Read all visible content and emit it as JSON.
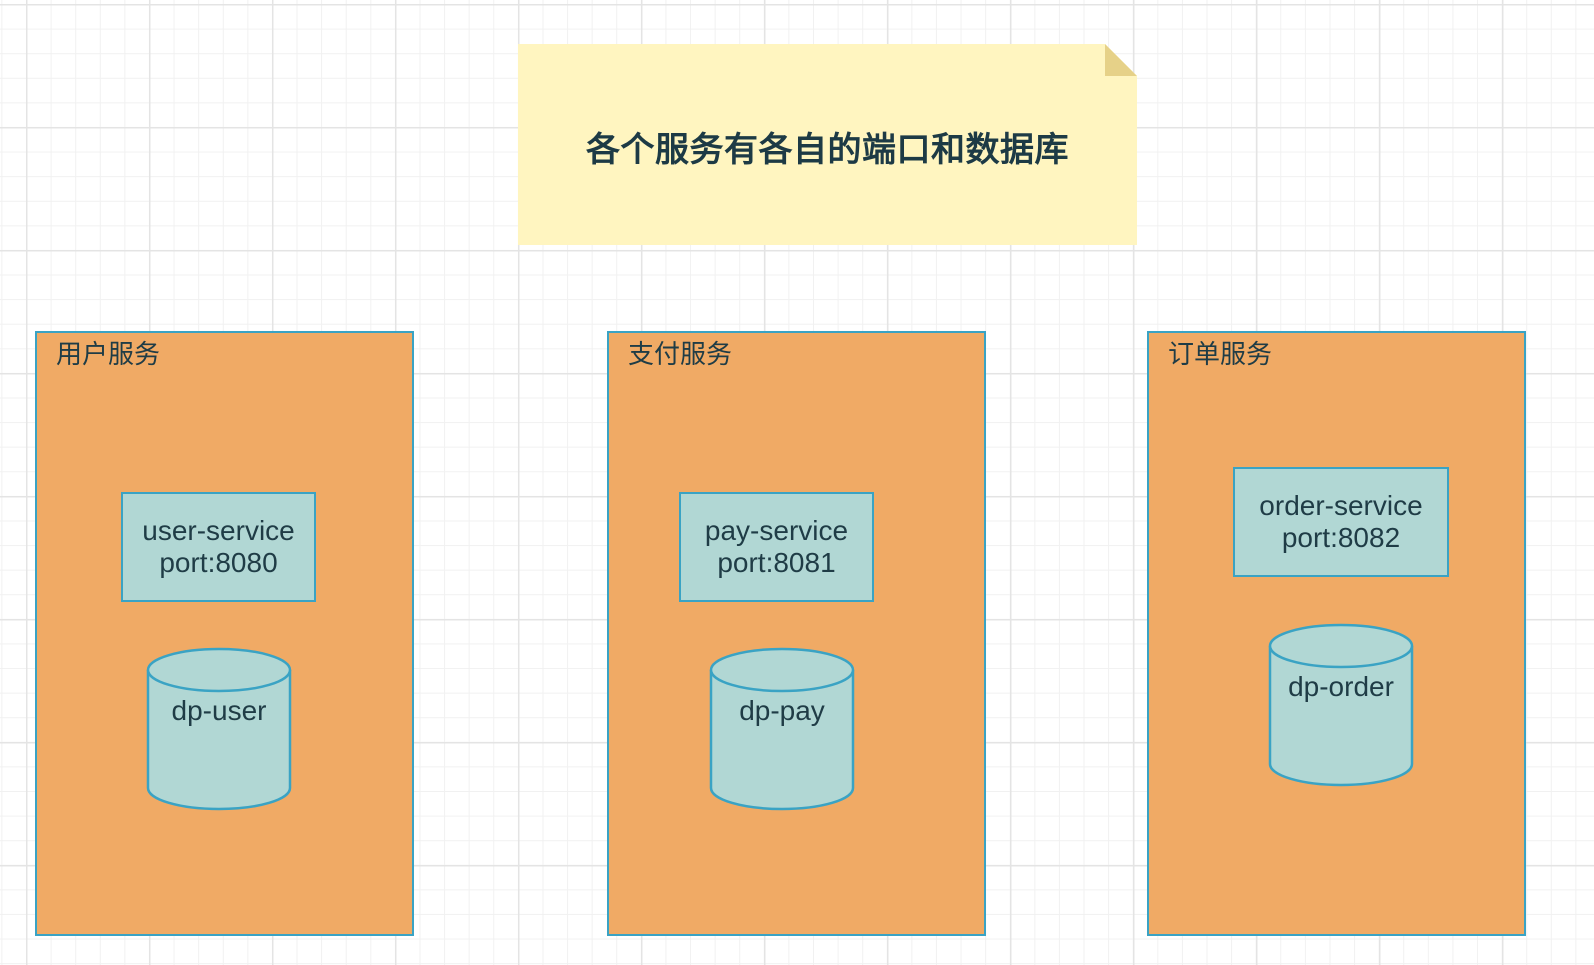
{
  "note": {
    "title": "各个服务有各自的端口和数据库"
  },
  "services": [
    {
      "group_label": "用户服务",
      "service_name": "user-service",
      "port": "port:8080",
      "db": "dp-user"
    },
    {
      "group_label": "支付服务",
      "service_name": "pay-service",
      "port": "port:8081",
      "db": "dp-pay"
    },
    {
      "group_label": "订单服务",
      "service_name": "order-service",
      "port": "port:8082",
      "db": "dp-order"
    }
  ],
  "colors": {
    "group_fill": "#f0aa65",
    "stroke": "#3aa3c4",
    "inner_fill": "#b1d7d4",
    "note_fill": "#fff5c0",
    "text": "#1f3c46"
  }
}
